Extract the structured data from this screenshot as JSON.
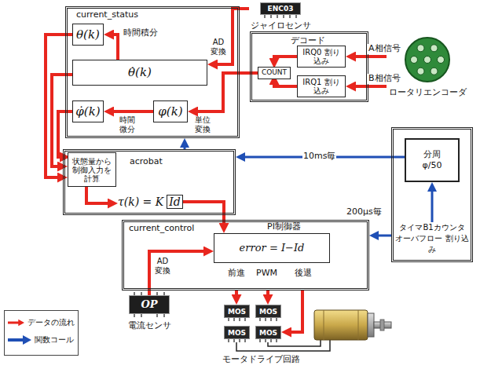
{
  "diagram": {
    "nodes": [
      {
        "text": [
          "current_status"
        ]
      },
      {
        "text": [
          "θ(k)"
        ],
        "in": 0
      },
      {
        "text": [
          "θ̇(k)"
        ],
        "in": 0
      },
      {
        "text": [
          "φ̇(k)"
        ],
        "in": 0
      },
      {
        "text": [
          "φ(k)"
        ],
        "in": 0
      },
      {
        "text": [
          "ENC03",
          "ジャイロセンサ"
        ]
      },
      {
        "text": [
          "デコード"
        ]
      },
      {
        "text": [
          "IRQ0 割り込み"
        ],
        "in": 6
      },
      {
        "text": [
          "IRQ1 割り込み"
        ],
        "in": 6
      },
      {
        "text": [
          "COUNT"
        ],
        "in": 6
      },
      {
        "text": [
          "ロータリエンコーダ"
        ]
      },
      {
        "text": [
          "acrobat"
        ]
      },
      {
        "text": [
          "状態量から 制御入力を 計算"
        ],
        "in": 11
      },
      {
        "text": [
          "τ(k) = K",
          "Id"
        ],
        "in": 11
      },
      {
        "text": [
          "current_control"
        ]
      },
      {
        "text": [
          "error = I−Id"
        ],
        "in": 14
      },
      {
        "text": [
          "OP",
          "電流センサ"
        ]
      },
      {
        "text": [
          "MOS"
        ]
      },
      {
        "text": [
          "MOS"
        ]
      },
      {
        "text": [
          "MOS"
        ]
      },
      {
        "text": [
          "MOS"
        ]
      },
      {
        "text": [
          "タイマB1カウンタ オーバフロー 割り込み"
        ]
      },
      {
        "text": [
          "分周",
          "φ/50"
        ],
        "in": 21
      }
    ],
    "edges": [
      {
        "from": 5,
        "to": 2,
        "arrow": "to"
      },
      {
        "from": 2,
        "to": 1,
        "label": "時間積分",
        "arrow": "to"
      },
      {
        "from": 4,
        "to": 3,
        "label": "時間 微分",
        "arrow": "to"
      },
      {
        "from": 9,
        "to": 4,
        "label": "単位 変換",
        "arrow": "to"
      },
      {
        "from": 7,
        "to": 9,
        "arrow": "to"
      },
      {
        "from": 8,
        "to": 9,
        "arrow": "to"
      },
      {
        "from": 10,
        "to": 7,
        "label": "A相信号",
        "arrow": "to"
      },
      {
        "from": 10,
        "to": 8,
        "label": "B相信号",
        "arrow": "to"
      },
      {
        "from": 1,
        "to": 12,
        "arrow": "to"
      },
      {
        "from": 2,
        "to": 12,
        "arrow": "to"
      },
      {
        "from": 3,
        "to": 12,
        "arrow": "to"
      },
      {
        "from": 11,
        "to": 0,
        "arrow": "to"
      },
      {
        "from": 22,
        "to": 11,
        "label": "10ms毎",
        "arrow": "to"
      },
      {
        "from": 21,
        "to": 14,
        "label": "200μs毎",
        "arrow": "to"
      },
      {
        "from": 21,
        "to": 22,
        "arrow": "to"
      },
      {
        "from": 12,
        "to": 13,
        "arrow": "to"
      },
      {
        "from": 13,
        "to": 15,
        "arrow": "to"
      },
      {
        "from": 16,
        "to": 15,
        "arrow": "to"
      },
      {
        "from": 14,
        "to": 17,
        "arrow": "to"
      },
      {
        "from": 14,
        "to": 18,
        "arrow": "to"
      },
      {
        "from": 14,
        "to": 20,
        "arrow": "to"
      }
    ],
    "labels": [
      "AD 変換",
      "PI制御器",
      "AD 変換",
      "前進",
      "PWM",
      "後退",
      "モータドライブ回路"
    ],
    "legend": [
      {
        "text": "データの流れ",
        "color": "#e8261e"
      },
      {
        "text": "関数コール",
        "color": "#1f4fb5"
      }
    ]
  }
}
